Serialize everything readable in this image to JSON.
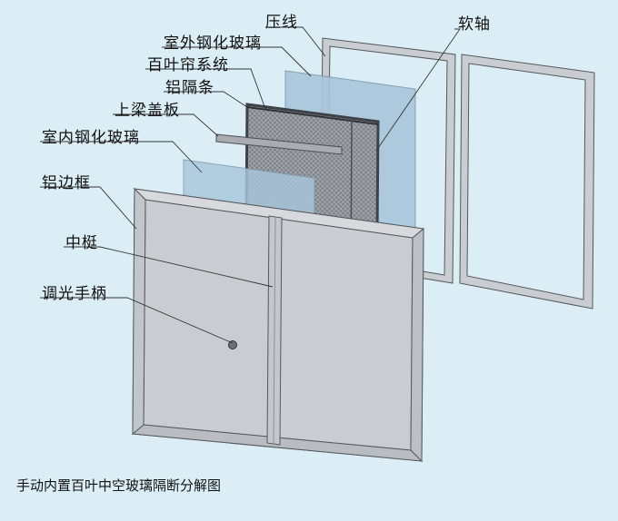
{
  "diagram": {
    "labels": {
      "press_line": "压线",
      "soft_shaft": "软轴",
      "outer_glass": "室外钢化玻璃",
      "blind_system": "百叶帘系统",
      "aluminum_spacer": "铝隔条",
      "upper_beam_cover": "上梁盖板",
      "inner_glass": "室内钢化玻璃",
      "aluminum_frame": "铝边框",
      "mullion": "中梃",
      "dimming_handle": "调光手柄"
    },
    "caption": "手动内置百叶中空玻璃隔断分解图",
    "colors": {
      "background": "#dbeef5",
      "frame_fill": "#c9ccd0",
      "frame_edge": "#55595e",
      "glass_fill": "#a8c6dc",
      "blind_fill": "#8a8f95",
      "leader": "#333333"
    }
  }
}
